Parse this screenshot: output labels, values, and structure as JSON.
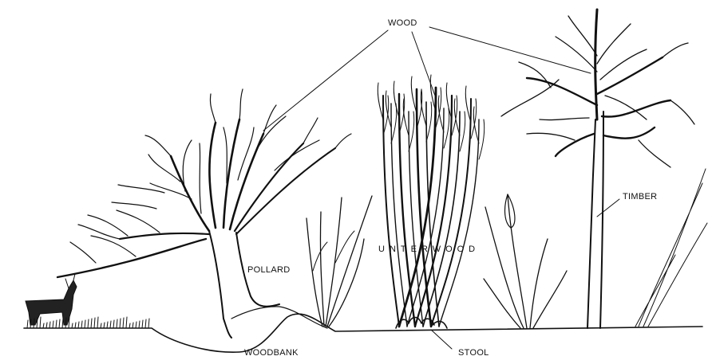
{
  "labels": {
    "wood": "WOOD",
    "pollard": "POLLARD",
    "underwood": "UNTERWOOD",
    "timber": "TIMBER",
    "woodbank": "WOODBANK",
    "stool": "STOOL"
  }
}
